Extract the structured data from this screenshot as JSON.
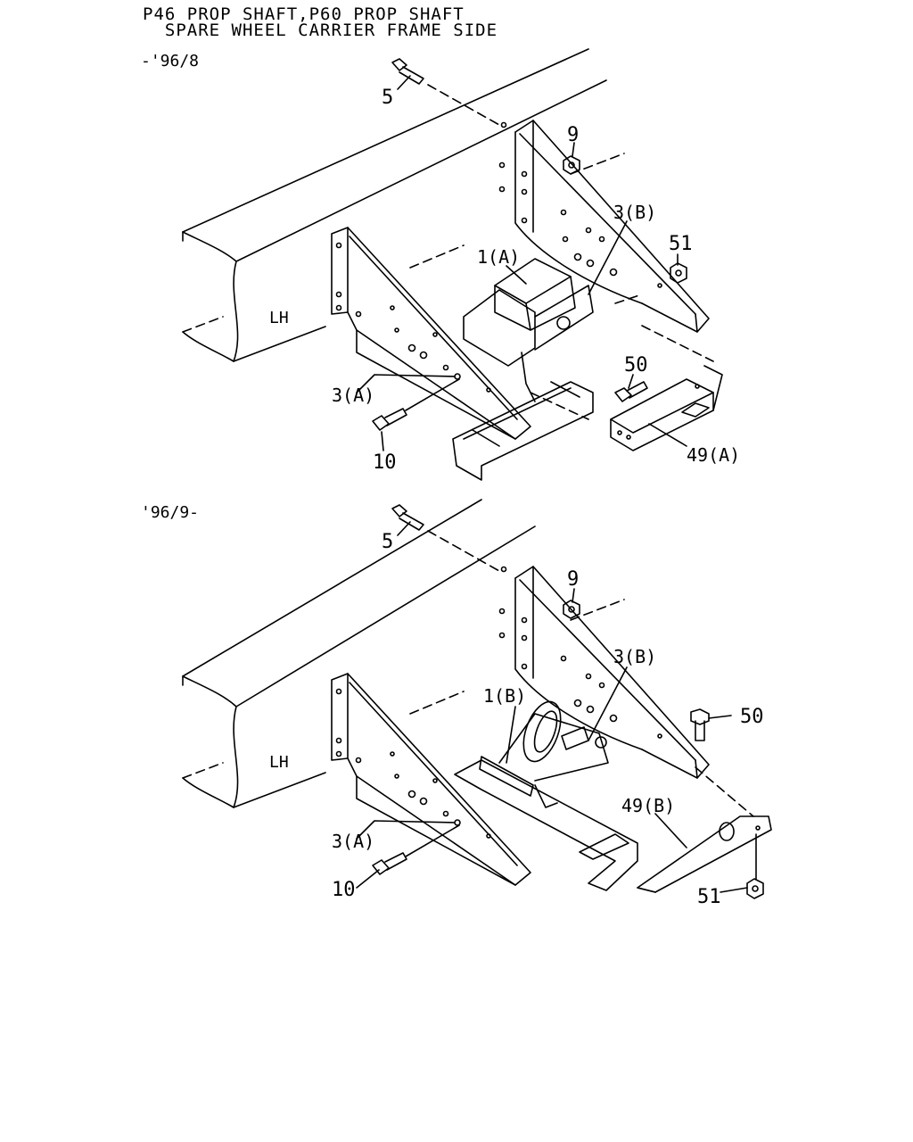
{
  "header": {
    "title_line1": "P46 PROP SHAFT,P60 PROP SHAFT",
    "title_line2": "  SPARE WHEEL CARRIER FRAME SIDE"
  },
  "diagram_top": {
    "period": "-'96/8",
    "side_label": "LH",
    "callouts": {
      "c5": "5",
      "c9": "9",
      "c3b": "3(B)",
      "c51": "51",
      "c1a": "1(A)",
      "c50": "50",
      "c3a": "3(A)",
      "c10": "10",
      "c49a": "49(A)"
    }
  },
  "diagram_bottom": {
    "period": "'96/9-",
    "side_label": "LH",
    "callouts": {
      "c5": "5",
      "c9": "9",
      "c3b": "3(B)",
      "c50": "50",
      "c1b": "1(B)",
      "c49b": "49(B)",
      "c3a": "3(A)",
      "c10": "10",
      "c51": "51"
    }
  }
}
